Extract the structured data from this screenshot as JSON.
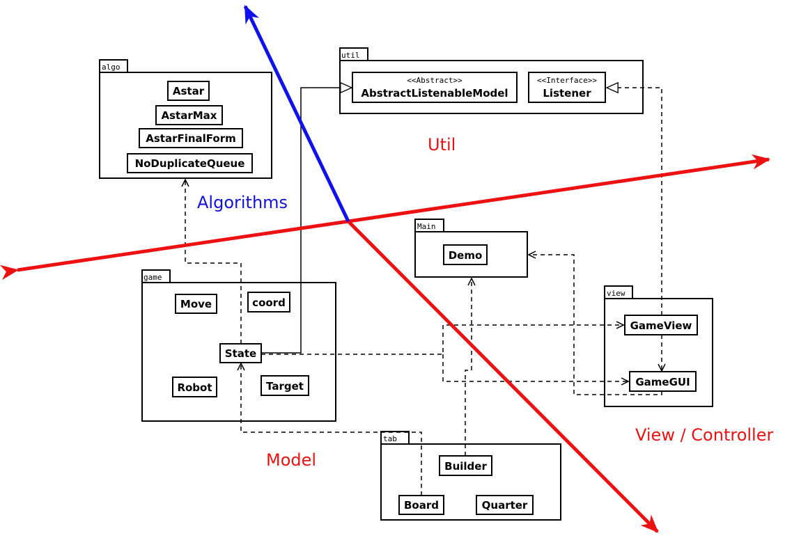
{
  "packages": {
    "algo": "algo",
    "util": "util",
    "main": "Main",
    "game": "game",
    "view": "view",
    "tab": "tab"
  },
  "classes": {
    "astar": "Astar",
    "astar_max": "AstarMax",
    "astar_final_form": "AstarFinalForm",
    "no_duplicate_queue": "NoDuplicateQueue",
    "abstract_listenable_model": "AbstractListenableModel",
    "abstract_stereotype": "<<Abstract>>",
    "listener": "Listener",
    "interface_stereotype": "<<Interface>>",
    "demo": "Demo",
    "move": "Move",
    "coord": "coord",
    "state": "State",
    "robot": "Robot",
    "target": "Target",
    "game_view": "GameView",
    "game_gui": "GameGUI",
    "builder": "Builder",
    "board": "Board",
    "quarter": "Quarter"
  },
  "regions": {
    "util": "Util",
    "algorithms": "Algorithms",
    "model": "Model",
    "view_controller": "View / Controller"
  },
  "colors": {
    "divider_red": "#ee1111",
    "divider_blue": "#1111ee",
    "label_red": "#ee1111",
    "label_blue": "#1111dd"
  }
}
